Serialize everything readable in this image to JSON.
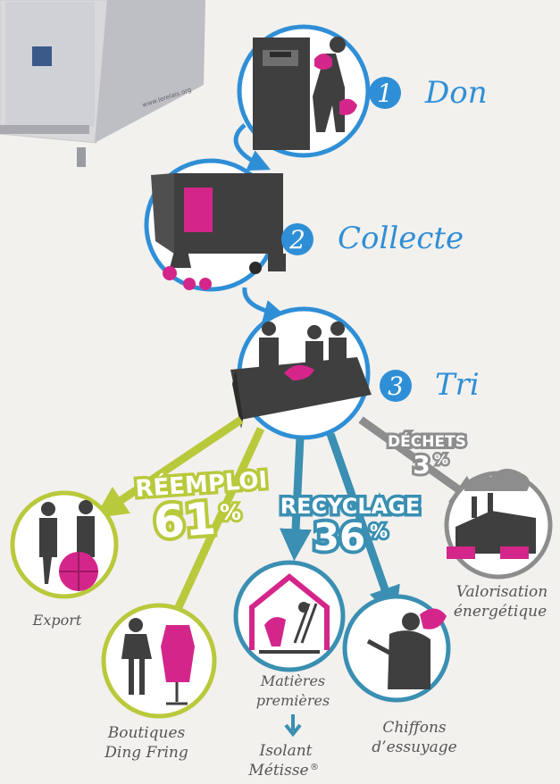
{
  "steps": [
    {
      "number": "1",
      "label": "Don"
    },
    {
      "number": "2",
      "label": "Collecte"
    },
    {
      "number": "3",
      "label": "Tri"
    }
  ],
  "branches": {
    "reemploi": {
      "label": "RÉEMPLOI",
      "percent": "61",
      "unit": "%"
    },
    "recyclage": {
      "label": "RECYCLAGE",
      "percent": "36",
      "unit": "%"
    },
    "dechets": {
      "label": "DÉCHETS",
      "percent": "3",
      "unit": "%"
    }
  },
  "outcomes": {
    "export": "Export",
    "boutiques_line1": "Boutiques",
    "boutiques_line2": "Ding Fring",
    "matieres_line1": "Matières",
    "matieres_line2": "premières",
    "isolant_line1": "Isolant",
    "isolant_line2": "Métisse",
    "isolant_mark": "®",
    "chiffons_line1": "Chiffons",
    "chiffons_line2": "d’essuyage",
    "valorisation_line1": "Valorisation",
    "valorisation_line2": "énergétique"
  },
  "container_print": "www.lerelais.org",
  "colors": {
    "blue": "#2f8fd6",
    "green": "#b9c93c",
    "teal": "#3a8fb2",
    "grey": "#8d8d8d",
    "magenta": "#d4268a",
    "dark": "#3f3f3f"
  }
}
